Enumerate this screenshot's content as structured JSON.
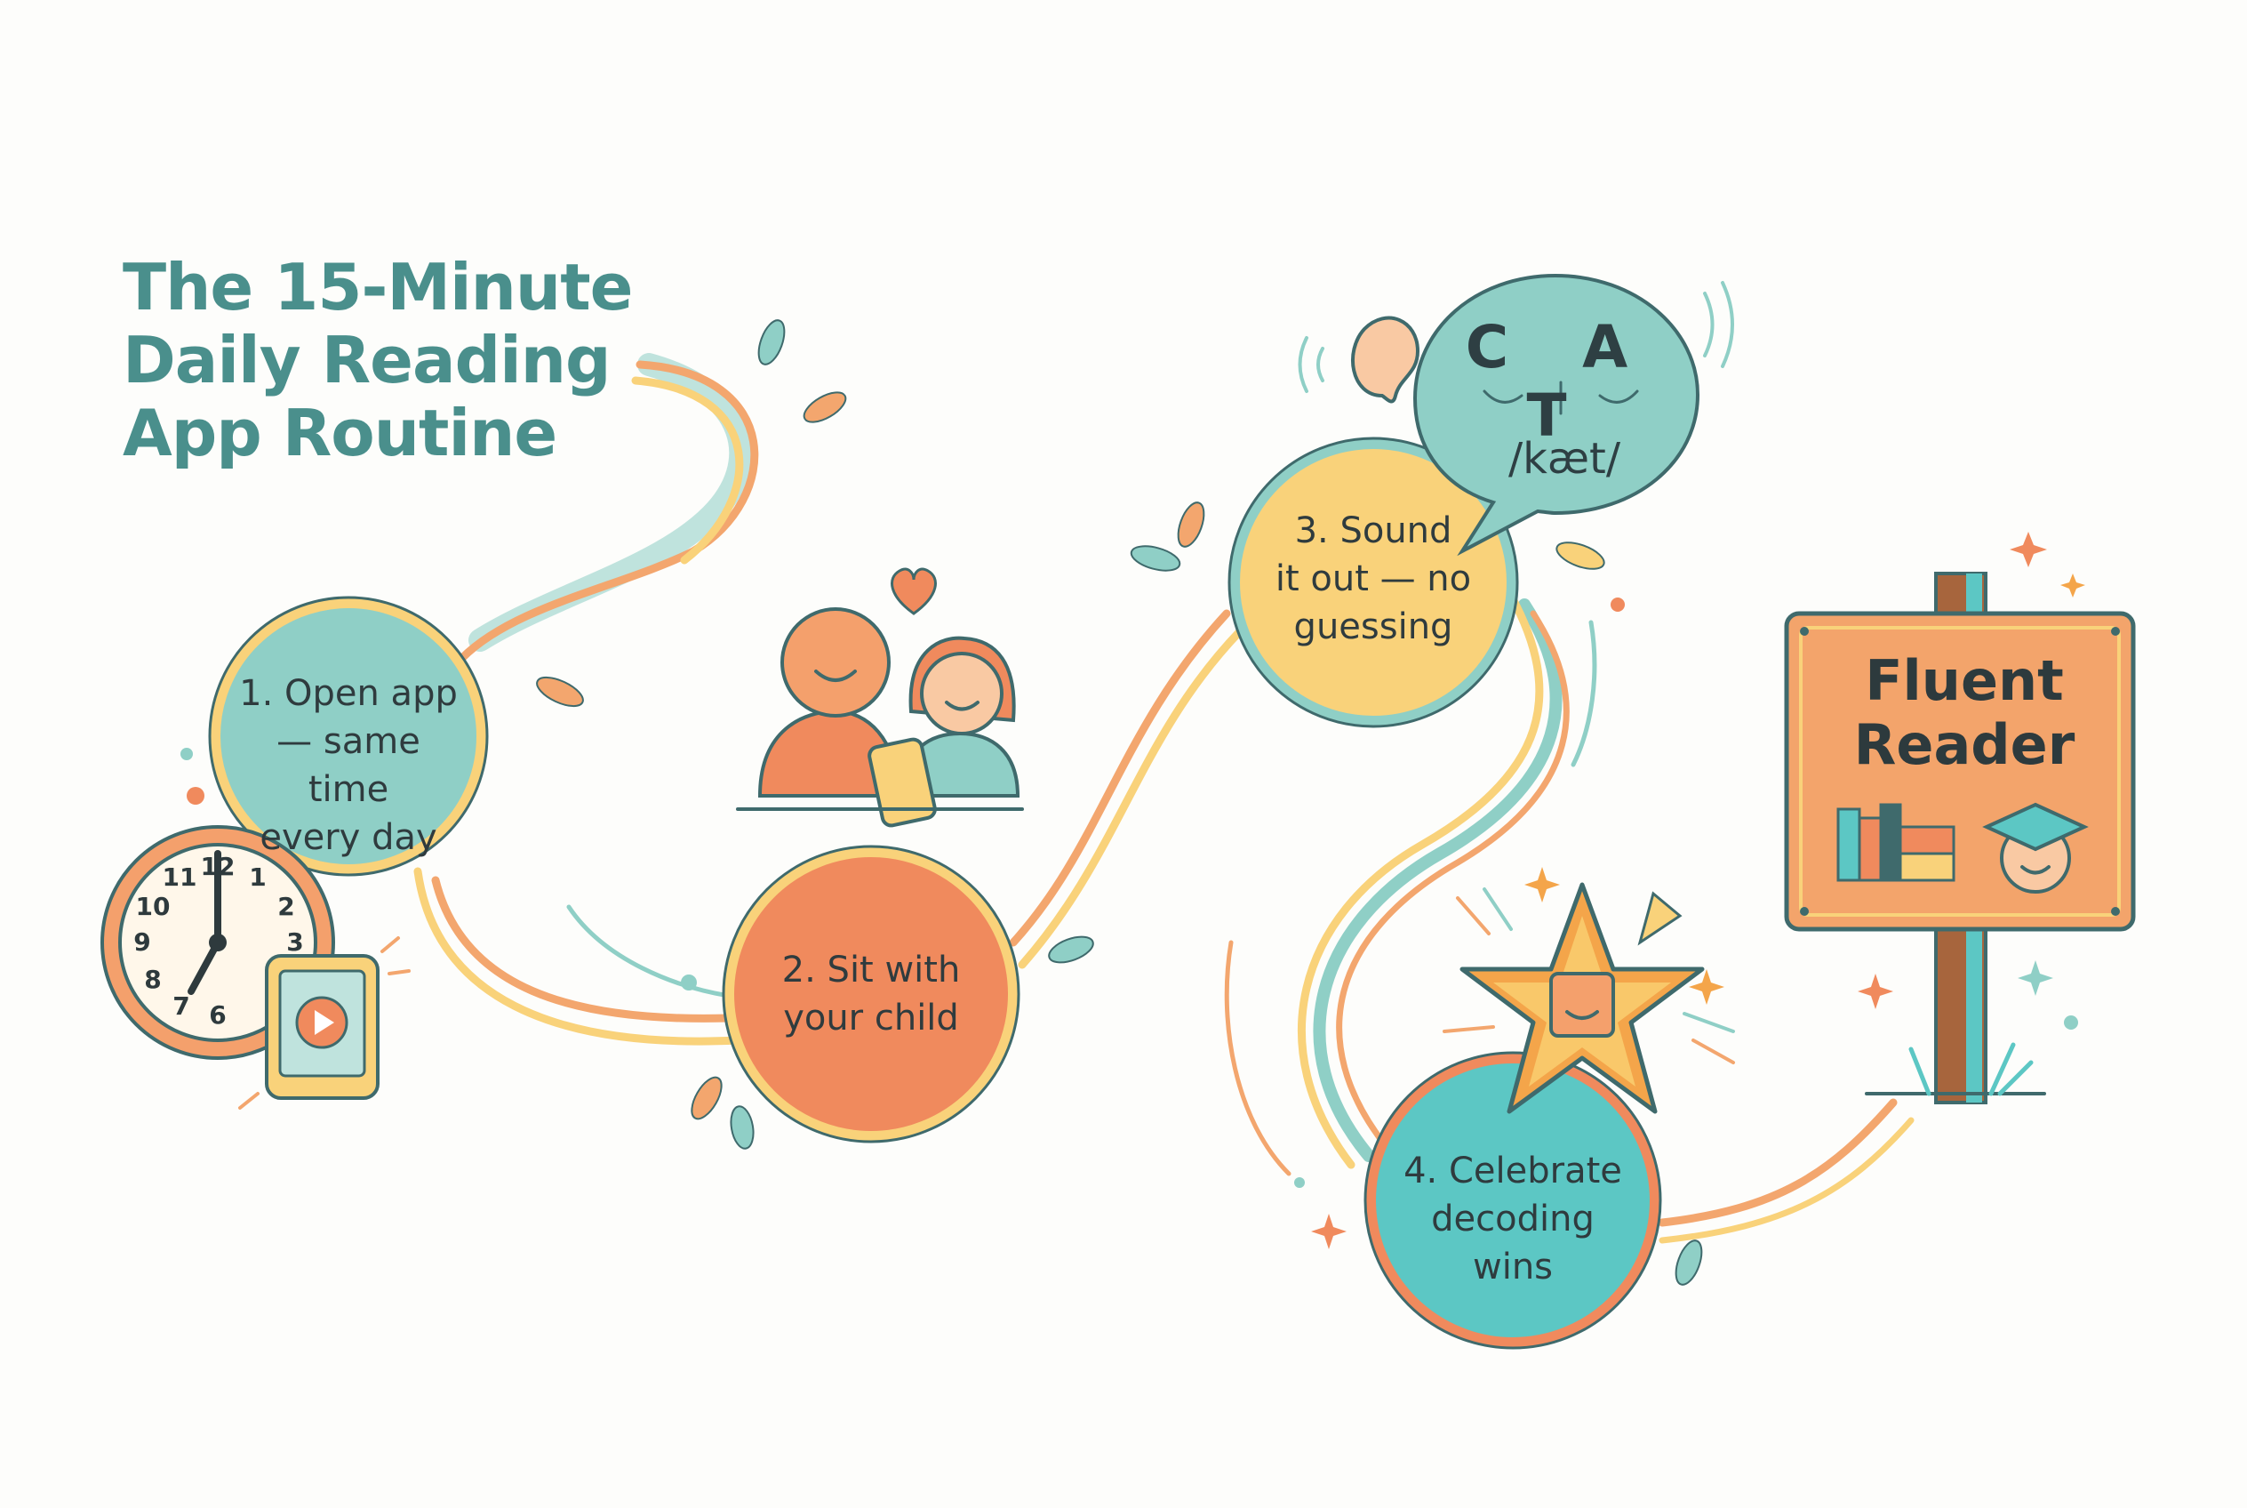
{
  "title": {
    "line1": "The 15-Minute",
    "line2": "Daily Reading",
    "line3": "App Routine"
  },
  "steps": [
    {
      "line1": "1. Open app",
      "line2": "— same time",
      "line3": "every day"
    },
    {
      "line1": "2. Sit with",
      "line2": "your child"
    },
    {
      "line1": "3. Sound",
      "line2": "it out — no",
      "line3": "guessing"
    },
    {
      "line1": "4. Celebrate",
      "line2": "decoding",
      "line3": "wins"
    }
  ],
  "speech_bubble": {
    "letters": "C A T",
    "phonetic": "/kæt/"
  },
  "sign": {
    "line1": "Fluent",
    "line2": "Reader"
  },
  "clock": {
    "numerals": [
      "12",
      "11",
      "1",
      "10",
      "2",
      "9",
      "3",
      "8",
      "7",
      "6"
    ]
  },
  "colors": {
    "teal": "#8fcfc6",
    "teal_dark": "#4a8f8c",
    "orange": "#f08a5d",
    "yellow": "#f9d27a",
    "outline": "#3f6a6c",
    "sign": "#f3a46b"
  },
  "icons": [
    "clock-icon",
    "tablet-play-icon",
    "parent-child-icon",
    "heart-icon",
    "ear-icon",
    "speech-bubble-icon",
    "star-book-icon",
    "signpost-icon",
    "books-icon",
    "graduate-icon"
  ]
}
